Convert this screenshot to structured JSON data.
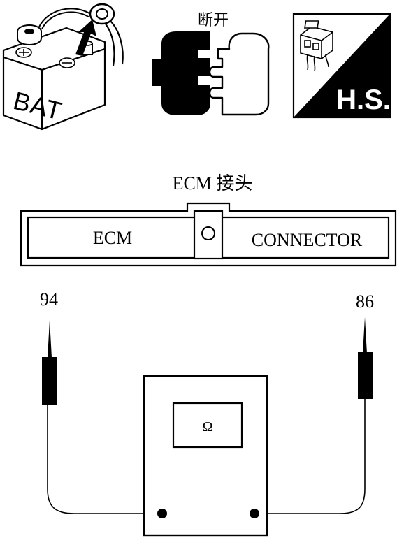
{
  "icons": {
    "battery_label": "BAT",
    "battery_icon": "battery-negative-terminal-disconnect-icon",
    "disconnect_label": "断开",
    "disconnect_icon": "connector-disconnect-icon",
    "hs_label": "H.S.",
    "hs_icon": "harness-side-connector-icon"
  },
  "connector": {
    "title": "ECM 接头",
    "left_label": "ECM",
    "right_label": "CONNECTOR"
  },
  "test": {
    "left_pin": "94",
    "right_pin": "86",
    "meter_symbol": "Ω",
    "meter_icon": "ohmmeter-icon"
  }
}
